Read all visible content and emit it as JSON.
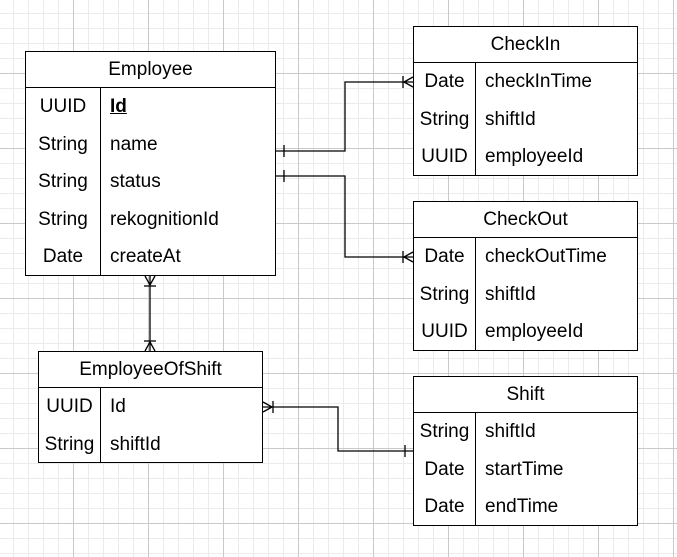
{
  "entities": {
    "employee": {
      "title": "Employee",
      "attributes": [
        {
          "type": "UUID",
          "name": "Id",
          "key": true
        },
        {
          "type": "String",
          "name": "name"
        },
        {
          "type": "String",
          "name": "status"
        },
        {
          "type": "String",
          "name": "rekognitionId"
        },
        {
          "type": "Date",
          "name": "createAt"
        }
      ]
    },
    "checkin": {
      "title": "CheckIn",
      "attributes": [
        {
          "type": "Date",
          "name": "checkInTime"
        },
        {
          "type": "String",
          "name": "shiftId"
        },
        {
          "type": "UUID",
          "name": "employeeId"
        }
      ]
    },
    "checkout": {
      "title": "CheckOut",
      "attributes": [
        {
          "type": "Date",
          "name": "checkOutTime"
        },
        {
          "type": "String",
          "name": "shiftId"
        },
        {
          "type": "UUID",
          "name": "employeeId"
        }
      ]
    },
    "employeeofshift": {
      "title": "EmployeeOfShift",
      "attributes": [
        {
          "type": "UUID",
          "name": "Id"
        },
        {
          "type": "String",
          "name": "shiftId"
        }
      ]
    },
    "shift": {
      "title": "Shift",
      "attributes": [
        {
          "type": "String",
          "name": "shiftId"
        },
        {
          "type": "Date",
          "name": "startTime"
        },
        {
          "type": "Date",
          "name": "endTime"
        }
      ]
    }
  },
  "relationships": [
    {
      "from": "employee",
      "to": "checkin",
      "from_end": "one",
      "to_end": "many"
    },
    {
      "from": "employee",
      "to": "checkout",
      "from_end": "one",
      "to_end": "many"
    },
    {
      "from": "employee",
      "to": "employeeofshift",
      "from_end": "many",
      "to_end": "many"
    },
    {
      "from": "employeeofshift",
      "to": "shift",
      "from_end": "many",
      "to_end": "one"
    }
  ]
}
